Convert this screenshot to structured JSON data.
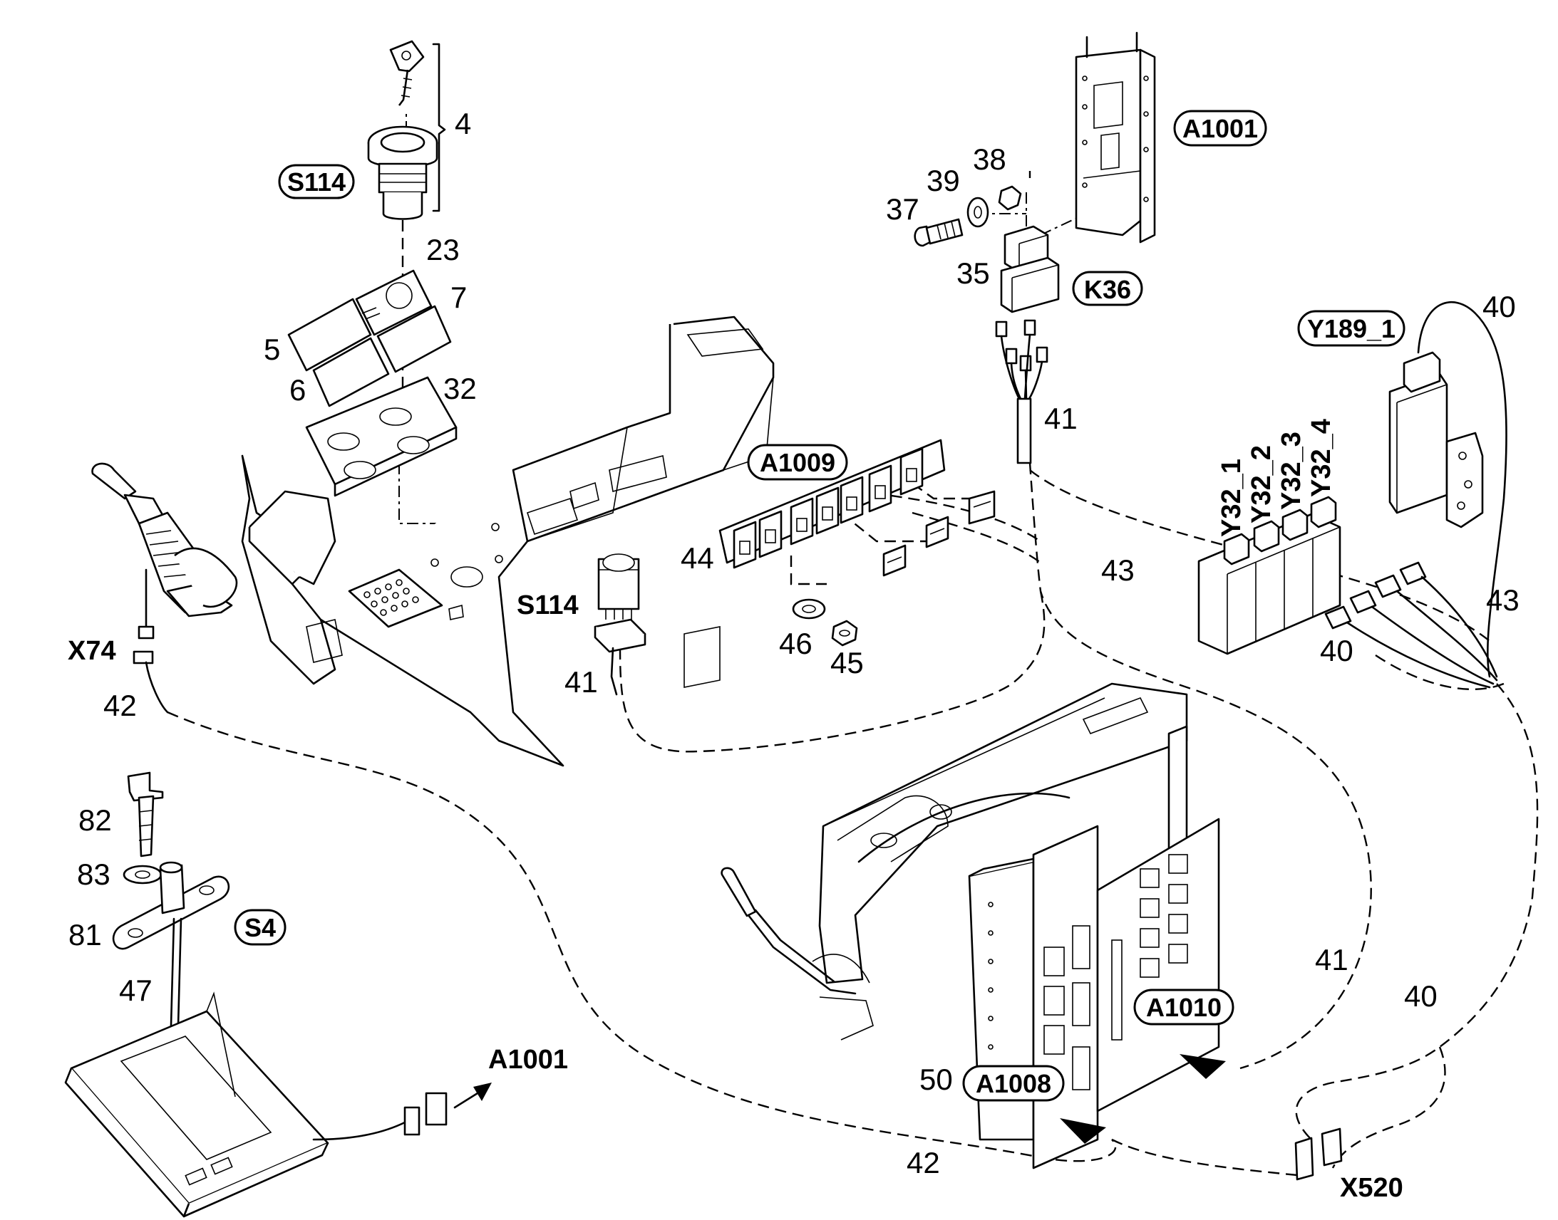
{
  "callouts": {
    "n4": "4",
    "n23": "23",
    "n7": "7",
    "n5": "5",
    "n6": "6",
    "n32": "32",
    "n37": "37",
    "n39": "39",
    "n38": "38",
    "n35": "35",
    "n41_top": "41",
    "n40_top": "40",
    "n43_mid": "43",
    "n43_right": "43",
    "n40_mid": "40",
    "n44": "44",
    "n46": "46",
    "n45": "45",
    "n41_s114": "41",
    "n42_left": "42",
    "n82": "82",
    "n83": "83",
    "n81": "81",
    "n47": "47",
    "n41_right": "41",
    "n40_right": "40",
    "n50": "50",
    "n42_bottom": "42"
  },
  "designators": {
    "s114_top": "S114",
    "a1001_top": "A1001",
    "k36": "K36",
    "y189_1": "Y189_1",
    "a1009": "A1009",
    "s4": "S4",
    "a1010": "A1010",
    "a1008": "A1008"
  },
  "labels": {
    "x74": "X74",
    "s114_bold": "S114",
    "a1001_arrow": "A1001",
    "x520": "X520",
    "y32_1": "Y32_1",
    "y32_2": "Y32_2",
    "y32_3": "Y32_3",
    "y32_4": "Y32_4"
  }
}
